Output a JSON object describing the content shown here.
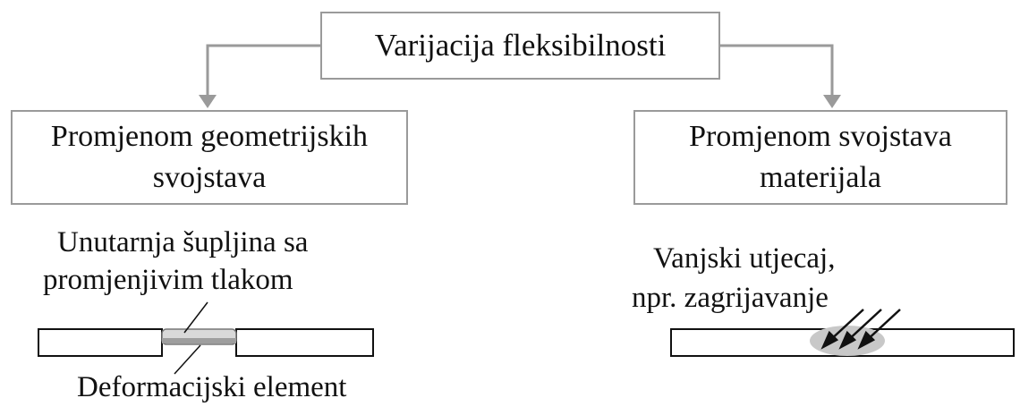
{
  "root": {
    "title": "Varijacija fleksibilnosti"
  },
  "left_branch": {
    "line1": "Promjenom geometrijskih",
    "line2": "svojstava",
    "cavity_label_line1": "Unutarnja šupljina sa",
    "cavity_label_line2": "promjenjivim tlakom",
    "deformation_label": "Deformacijski element"
  },
  "right_branch": {
    "line1": "Promjenom svojstava",
    "line2": "materijala",
    "external_label_line1": "Vanjski utjecaj,",
    "external_label_line2": "npr. zagrijavanje"
  },
  "colors": {
    "box_border": "#9a9a9a",
    "connector": "#9a9a9a",
    "deformation_strip": "#9e9e9e",
    "heated_zone": "#c8c8c8",
    "beam_outline": "#111111"
  }
}
